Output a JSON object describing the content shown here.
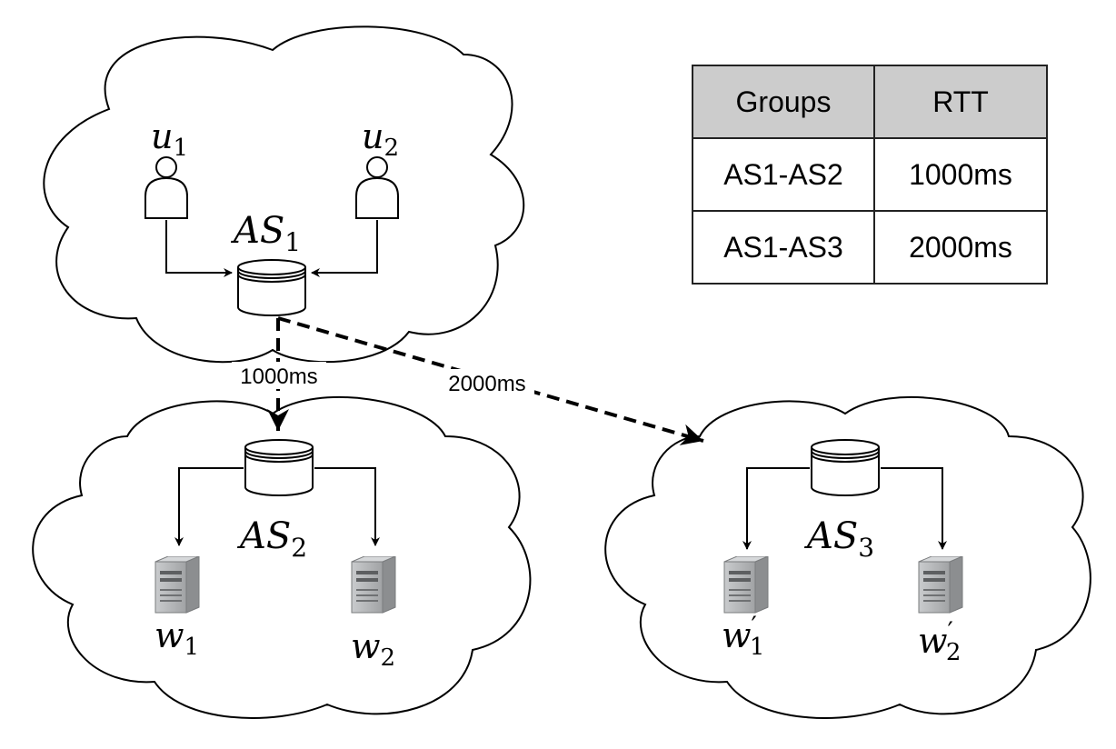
{
  "clouds": [
    {
      "id": "as1",
      "label": "AS",
      "label_sub": "1",
      "users": [
        {
          "label": "u",
          "sub": "1"
        },
        {
          "label": "u",
          "sub": "2"
        }
      ]
    },
    {
      "id": "as2",
      "label": "AS",
      "label_sub": "2",
      "workers": [
        {
          "label": "w",
          "sub": "1",
          "prime": ""
        },
        {
          "label": "w",
          "sub": "2",
          "prime": ""
        }
      ]
    },
    {
      "id": "as3",
      "label": "AS",
      "label_sub": "3",
      "workers": [
        {
          "label": "w",
          "sub": "1",
          "prime": "′"
        },
        {
          "label": "w",
          "sub": "2",
          "prime": "′"
        }
      ]
    }
  ],
  "links": [
    {
      "from": "AS1",
      "to": "AS2",
      "label": "1000ms"
    },
    {
      "from": "AS1",
      "to": "AS3",
      "label": "2000ms"
    }
  ],
  "rtt_table": {
    "headers": [
      "Groups",
      "RTT"
    ],
    "rows": [
      [
        "AS1-AS2",
        "1000ms"
      ],
      [
        "AS1-AS3",
        "2000ms"
      ]
    ]
  },
  "colors": {
    "stroke": "#000000",
    "table_header_bg": "#cccccc",
    "server_body": "#a9abad"
  }
}
